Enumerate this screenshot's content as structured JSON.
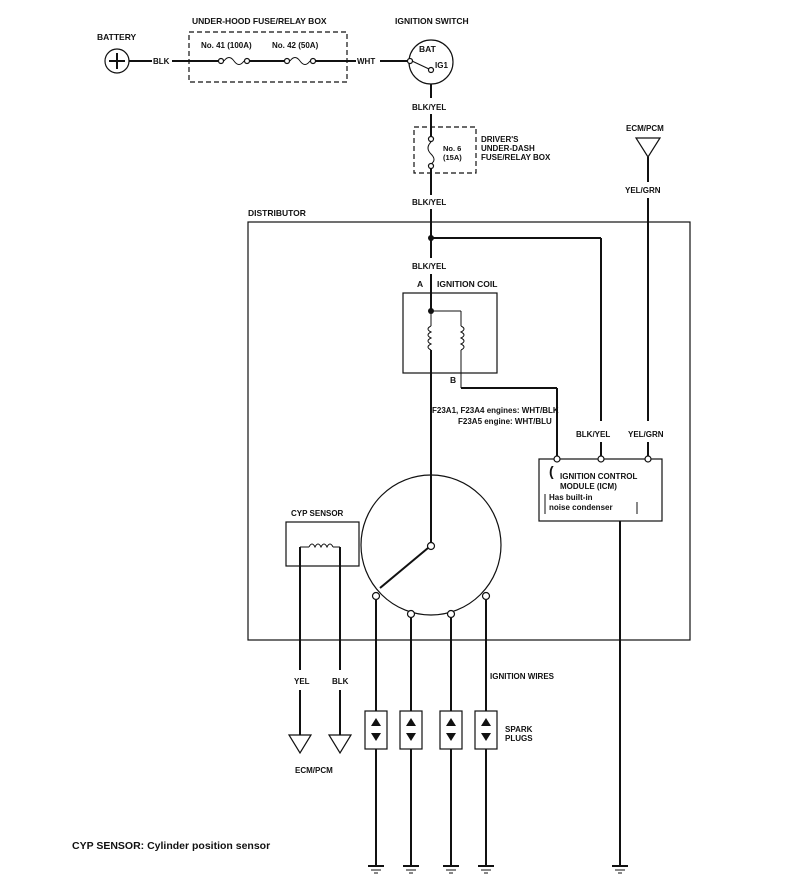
{
  "labels": {
    "battery": "BATTERY",
    "underhood_box": "UNDER-HOOD FUSE/RELAY BOX",
    "fuse41": "No. 41 (100A)",
    "fuse42": "No. 42 (50A)",
    "ignition_switch": "IGNITION SWITCH",
    "bat": "BAT",
    "ig1": "IG1",
    "blk1": "BLK",
    "wht1": "WHT",
    "blk_yel_1": "BLK/YEL",
    "fuse6_line1": "No. 6",
    "fuse6_line2": "(15A)",
    "driver_box_line1": "DRIVER'S",
    "driver_box_line2": "UNDER-DASH",
    "driver_box_line3": "FUSE/RELAY BOX",
    "ecm_pcm_top": "ECM/PCM",
    "yel_grn_top": "YEL/GRN",
    "blk_yel_2": "BLK/YEL",
    "distributor": "DISTRIBUTOR",
    "blk_yel_3": "BLK/YEL",
    "terminal_a": "A",
    "ignition_coil": "IGNITION COIL",
    "terminal_b": "B",
    "engines_line1": "F23A1, F23A4 engines: WHT/BLK",
    "engines_line2": "F23A5 engine: WHT/BLU",
    "blk_yel_4": "BLK/YEL",
    "yel_grn_icm": "YEL/GRN",
    "icm_line1": "IGNITION CONTROL",
    "icm_line2": "MODULE (ICM)",
    "icm_line3": "Has built-in",
    "icm_line4": "noise condenser",
    "cyp_sensor": "CYP SENSOR",
    "yel": "YEL",
    "blk2": "BLK",
    "ignition_wires": "IGNITION WIRES",
    "spark_line1": "SPARK",
    "spark_line2": "PLUGS",
    "ecm_pcm_bottom": "ECM/PCM",
    "footnote": "CYP SENSOR: Cylinder position sensor"
  },
  "icons": {
    "battery": "battery-symbol",
    "fuse": "fuse-symbol",
    "coil": "coil-symbol",
    "spark_plug": "spark-plug-symbol",
    "ground": "ground-symbol",
    "connector": "connector-triangle"
  }
}
